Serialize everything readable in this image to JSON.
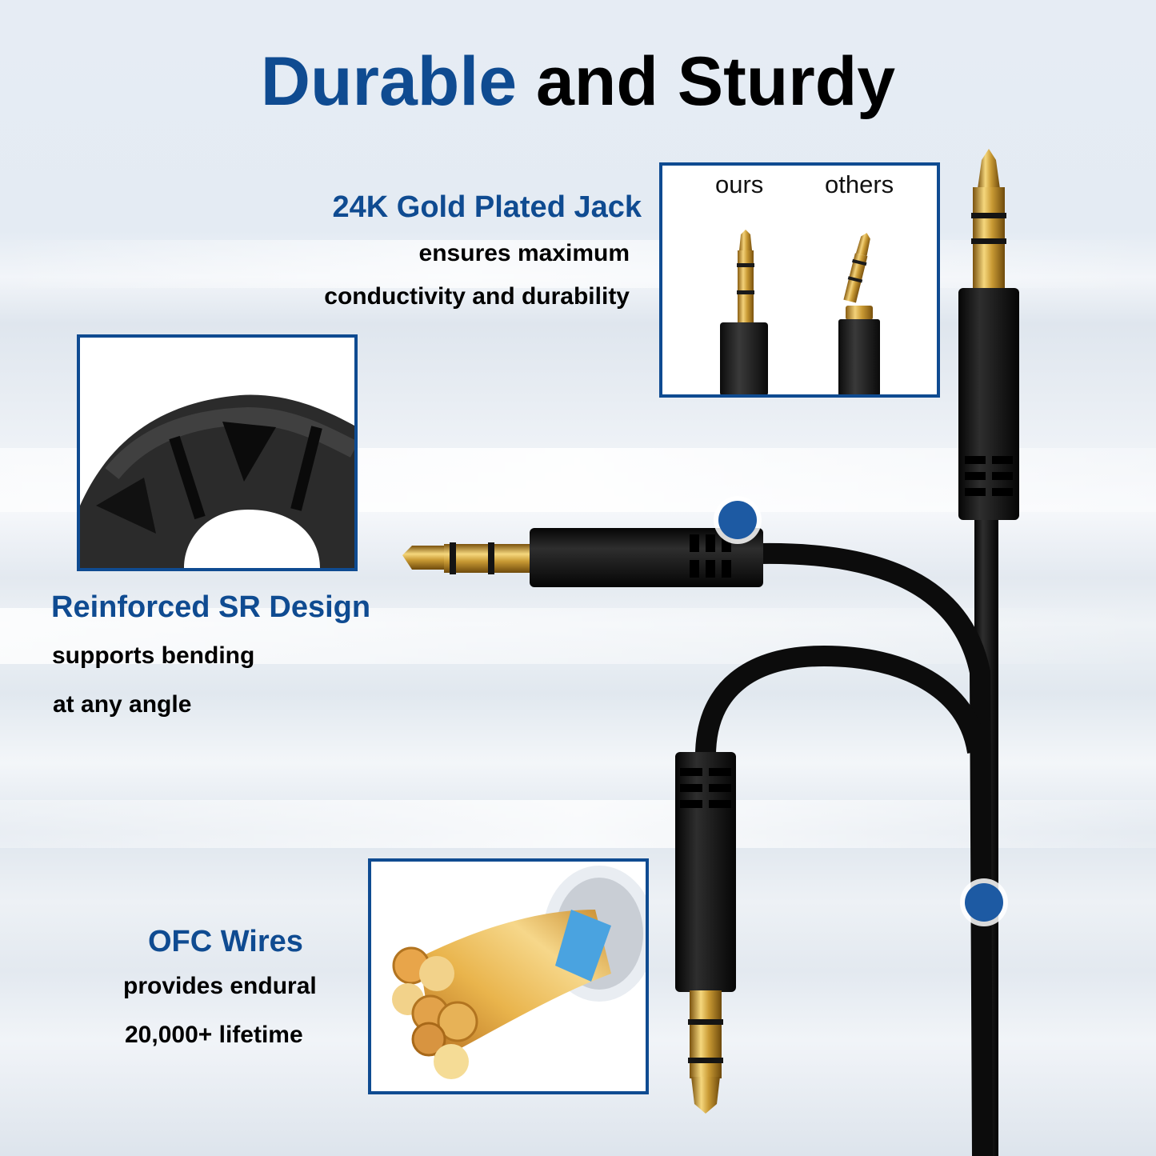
{
  "title": {
    "highlight": "Durable",
    "rest": "and Sturdy"
  },
  "features": [
    {
      "id": "gold-jack",
      "heading": "24K Gold Plated Jack",
      "lines": [
        "ensures maximum",
        "conductivity and durability"
      ]
    },
    {
      "id": "sr-design",
      "heading": "Reinforced SR Design",
      "lines": [
        "supports bending",
        "at any angle"
      ]
    },
    {
      "id": "ofc-wires",
      "heading": "OFC Wires",
      "lines": [
        "provides endural",
        "20,000+ lifetime"
      ]
    }
  ],
  "comparison": {
    "left_label": "ours",
    "right_label": "others"
  },
  "images": {
    "comparison": "gold-plug-comparison-image",
    "sr_design": "strain-relief-closeup-image",
    "ofc": "copper-wire-strands-image",
    "product": "aux-cable-product-image"
  },
  "colors": {
    "accent_blue": "#0f4b91",
    "marker_blue": "#1d5aa3",
    "gold": "#d4a640",
    "cable_black": "#111111"
  }
}
